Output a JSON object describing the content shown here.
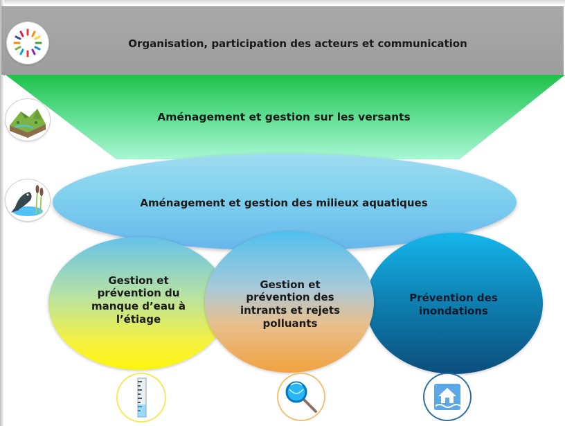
{
  "diagram": {
    "top_band": {
      "label": "Organisation, participation des acteurs et communication"
    },
    "funnel": {
      "label": "Aménagement et gestion sur les versants"
    },
    "aquatic": {
      "label": "Aménagement et gestion des milieux aquatiques"
    },
    "circles": [
      {
        "label": "Gestion et prévention du manque d’eau à l’étiage"
      },
      {
        "label": "Gestion et prévention des intrants et rejets polluants"
      },
      {
        "label": "Prévention des inondations"
      }
    ]
  },
  "icons": {
    "top": "people-circle-icon",
    "versants": "terrain-icon",
    "aquatic": "fish-reeds-icon",
    "low_water": "water-gauge-icon",
    "pollution": "sampling-net-icon",
    "flood": "flooded-house-icon"
  },
  "colors": {
    "top_band": "#a3a3a3",
    "funnel_top": "#1ec24a",
    "funnel_bottom": "#a9f7d4",
    "aquatic": "#7ed0ee",
    "circle_low_water": "#f7f23c",
    "circle_pollution": "#f2a23f",
    "circle_flood": "#0b4e7c"
  }
}
